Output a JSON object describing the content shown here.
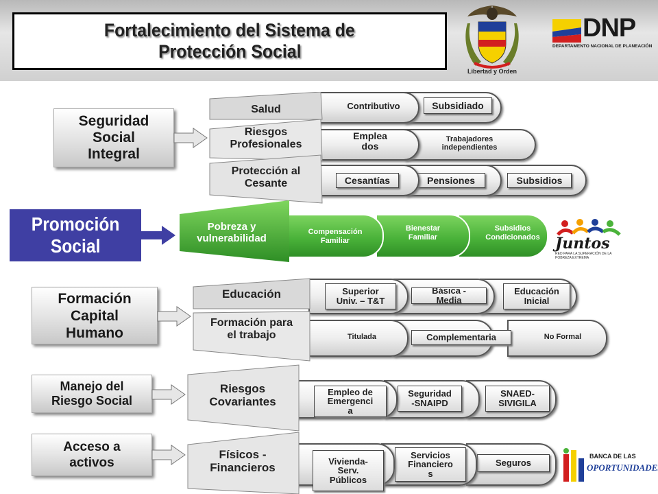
{
  "header": {
    "title_line1": "Fortalecimiento del Sistema de",
    "title_line2": "Protección Social",
    "crest_motto": "Libertad y Orden",
    "dnp_logo": "DNP",
    "dnp_subtitle": "DEPARTAMENTO NACIONAL DE PLANEACIÓN"
  },
  "categories": {
    "seguridad": "Seguridad\nSocial\nIntegral",
    "promocion": "Promoción\nSocial",
    "formacion": "Formación\nCapital\nHumano",
    "manejo": "Manejo del\nRiesgo Social",
    "acceso": "Acceso a\nactivos"
  },
  "slants": {
    "salud": "Salud",
    "riesgos_prof": "Riesgos\nProfesionales",
    "proteccion": "Protección al\nCesante",
    "pobreza": "Pobreza y\nvulnerabilidad",
    "educacion": "Educación",
    "formacion_trabajo": "Formación para\nel trabajo",
    "riesgos_cov": "Riesgos\nCovariantes",
    "fisicos": "Físicos -\nFinancieros"
  },
  "items": {
    "contributivo": "Contributivo",
    "subsidiado": "Subsidiado",
    "empleados": "Emplea\ndos",
    "trabajadores": "Trabajadores\nindependientes",
    "cesantias": "Cesantías",
    "pensiones": "Pensiones",
    "subsidios": "Subsidios",
    "compensacion": "Compensación\nFamiliar",
    "bienestar": "Bienestar\nFamiliar",
    "subsidios_cond": "Subsidios\nCondicionados",
    "superior": "Superior\nUniv. – T&T",
    "basica": "Básica -\nMedia",
    "educacion_inicial": "Educación\nInicial",
    "titulada": "Titulada",
    "complementaria": "Complementaria",
    "no_formal": "No Formal",
    "empleo_emergencia": "Empleo de\nEmergenci\na",
    "seguridad_snaipd": "Seguridad\n-SNAIPD",
    "snaed": "SNAED-\nSIVIGILA",
    "vivienda": "Vivienda-\nServ.\nPúblicos",
    "servicios_fin": "Servicios\nFinanciero\ns",
    "seguros": "Seguros"
  },
  "logos": {
    "juntos": "Juntos",
    "juntos_sub": "RED PARA LA SUPERACIÓN DE LA POBREZA EXTREMA",
    "banca_line1": "BANCA DE LAS",
    "banca_line2": "OPORTUNIDADES"
  },
  "colors": {
    "promocion_bg": "#3f3fa3",
    "green_accent": "#4bb33a",
    "flag_yellow": "#f5d000",
    "flag_blue": "#1f3f99",
    "flag_red": "#d21f1f"
  }
}
